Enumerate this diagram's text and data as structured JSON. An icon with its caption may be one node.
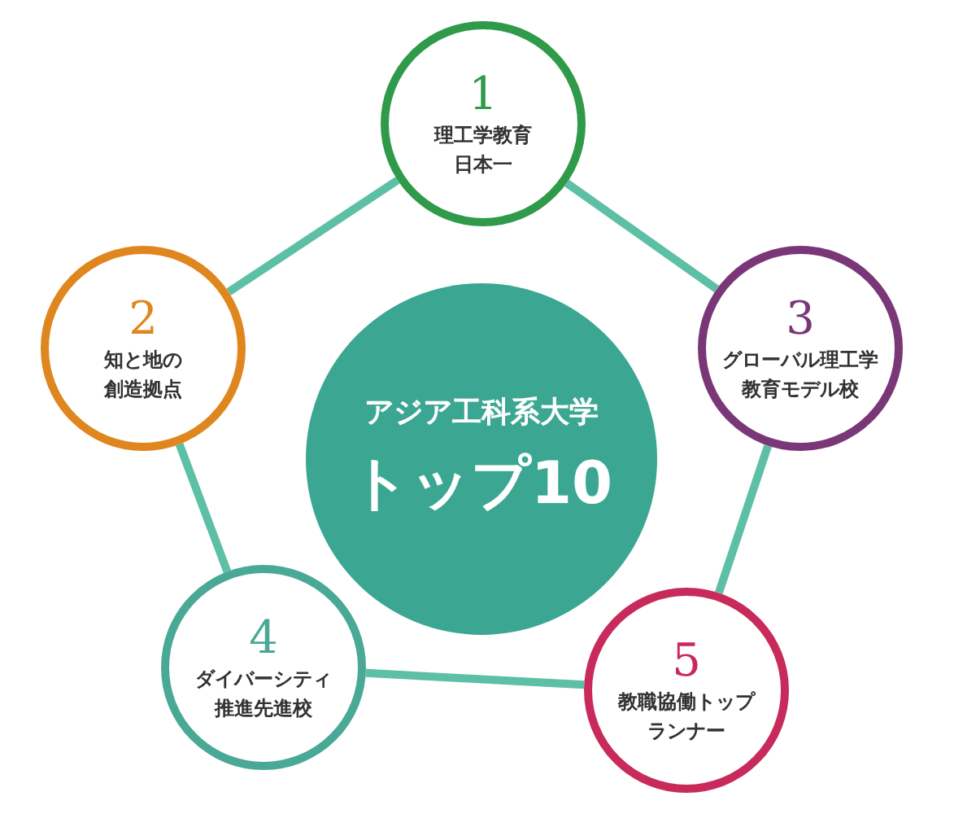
{
  "diagram": {
    "nodes": [
      {
        "text": [
          "1",
          "理工学教育日本一"
        ]
      },
      {
        "text": [
          "2",
          "知と地の創造拠点"
        ]
      },
      {
        "text": [
          "3",
          "グローバル理工学教育モデル校"
        ]
      },
      {
        "text": [
          "アジア工科系大学",
          "トップ10"
        ]
      },
      {
        "text": [
          "4",
          "ダイバーシティ推進先進校"
        ]
      },
      {
        "text": [
          "5",
          "教職協働トップランナー"
        ]
      }
    ],
    "edges": [
      {
        "from": 0,
        "to": 2,
        "arrow": "none"
      },
      {
        "from": 2,
        "to": 5,
        "arrow": "none"
      },
      {
        "from": 5,
        "to": 4,
        "arrow": "none"
      },
      {
        "from": 4,
        "to": 1,
        "arrow": "none"
      },
      {
        "from": 1,
        "to": 0,
        "arrow": "none"
      }
    ]
  }
}
